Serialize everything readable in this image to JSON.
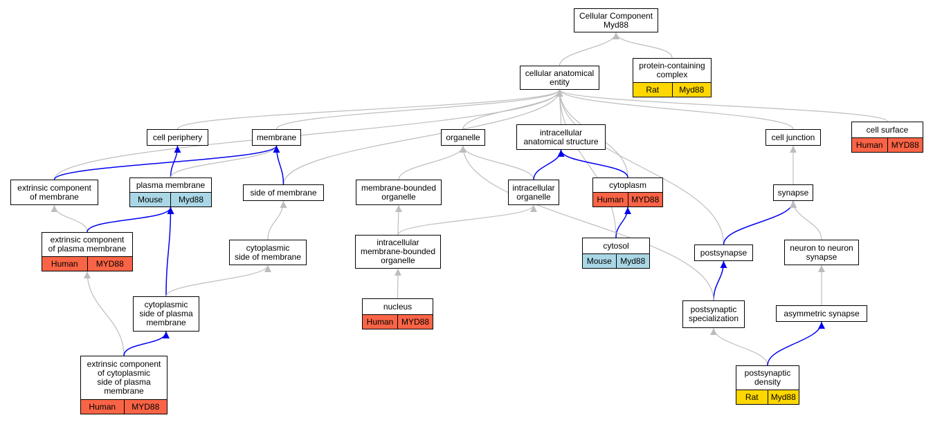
{
  "colors": {
    "human": "#fa6446",
    "mouse": "#aad7e6",
    "rat": "#ffd700",
    "edge_gray": "#bdbdbd",
    "edge_blue": "#0000ee"
  },
  "nodes": {
    "cc_root": {
      "label": "Cellular Component\nMyd88"
    },
    "cae": {
      "label": "cellular anatomical\nentity"
    },
    "pcc": {
      "label": "protein-containing\ncomplex",
      "tags": [
        {
          "species": "Rat",
          "gene": "Myd88",
          "color": "rat"
        }
      ]
    },
    "cell_periphery": {
      "label": "cell periphery"
    },
    "membrane": {
      "label": "membrane"
    },
    "organelle": {
      "label": "organelle"
    },
    "ias": {
      "label": "intracellular\nanatomical structure"
    },
    "cell_junction": {
      "label": "cell junction"
    },
    "cell_surface": {
      "label": "cell surface",
      "tags": [
        {
          "species": "Human",
          "gene": "MYD88",
          "color": "human"
        }
      ]
    },
    "ext_membrane": {
      "label": "extrinsic component\nof membrane"
    },
    "plasma_membrane": {
      "label": "plasma membrane",
      "tags": [
        {
          "species": "Mouse",
          "gene": "Myd88",
          "color": "mouse"
        }
      ]
    },
    "side_membrane": {
      "label": "side of membrane"
    },
    "mbo": {
      "label": "membrane-bounded\norganelle"
    },
    "ic_organelle": {
      "label": "intracellular\norganelle"
    },
    "cytoplasm": {
      "label": "cytoplasm",
      "tags": [
        {
          "species": "Human",
          "gene": "MYD88",
          "color": "human"
        }
      ]
    },
    "synapse": {
      "label": "synapse"
    },
    "ext_plasma": {
      "label": "extrinsic component\nof plasma membrane",
      "tags": [
        {
          "species": "Human",
          "gene": "MYD88",
          "color": "human"
        }
      ]
    },
    "cyto_side_membrane": {
      "label": "cytoplasmic\nside of membrane"
    },
    "imbo": {
      "label": "intracellular\nmembrane-bounded\norganelle"
    },
    "cytosol": {
      "label": "cytosol",
      "tags": [
        {
          "species": "Mouse",
          "gene": "Myd88",
          "color": "mouse"
        }
      ]
    },
    "postsynapse": {
      "label": "postsynapse"
    },
    "n2n_synapse": {
      "label": "neuron to neuron\nsynapse"
    },
    "cyto_side_pm": {
      "label": "cytoplasmic\nside of plasma\nmembrane"
    },
    "nucleus": {
      "label": "nucleus",
      "tags": [
        {
          "species": "Human",
          "gene": "MYD88",
          "color": "human"
        }
      ]
    },
    "ps_spec": {
      "label": "postsynaptic\nspecialization"
    },
    "asym_synapse": {
      "label": "asymmetric synapse"
    },
    "ext_cyto_side_pm": {
      "label": "extrinsic component\nof cytoplasmic\nside of plasma\nmembrane",
      "tags": [
        {
          "species": "Human",
          "gene": "MYD88",
          "color": "human"
        }
      ]
    },
    "ps_density": {
      "label": "postsynaptic\ndensity",
      "tags": [
        {
          "species": "Rat",
          "gene": "Myd88",
          "color": "rat"
        }
      ]
    }
  },
  "edges": [
    {
      "from": "cae",
      "to": "cc_root",
      "kind": "gray"
    },
    {
      "from": "pcc",
      "to": "cc_root",
      "kind": "gray"
    },
    {
      "from": "cell_periphery",
      "to": "cae",
      "kind": "gray"
    },
    {
      "from": "membrane",
      "to": "cae",
      "kind": "gray"
    },
    {
      "from": "organelle",
      "to": "cae",
      "kind": "gray"
    },
    {
      "from": "ias",
      "to": "cae",
      "kind": "gray"
    },
    {
      "from": "cell_junction",
      "to": "cae",
      "kind": "gray"
    },
    {
      "from": "cell_surface",
      "to": "cae",
      "kind": "gray"
    },
    {
      "from": "ext_membrane",
      "to": "cae",
      "kind": "gray"
    },
    {
      "from": "side_membrane",
      "to": "cae",
      "kind": "gray"
    },
    {
      "from": "cytoplasm",
      "to": "cae",
      "kind": "gray"
    },
    {
      "from": "cytosol",
      "to": "cae",
      "kind": "gray"
    },
    {
      "from": "postsynapse",
      "to": "cae",
      "kind": "gray"
    },
    {
      "from": "ext_membrane",
      "to": "membrane",
      "kind": "blue"
    },
    {
      "from": "plasma_membrane",
      "to": "cell_periphery",
      "kind": "blue"
    },
    {
      "from": "plasma_membrane",
      "to": "membrane",
      "kind": "gray"
    },
    {
      "from": "side_membrane",
      "to": "membrane",
      "kind": "blue"
    },
    {
      "from": "mbo",
      "to": "organelle",
      "kind": "gray"
    },
    {
      "from": "ic_organelle",
      "to": "organelle",
      "kind": "gray"
    },
    {
      "from": "ic_organelle",
      "to": "ias",
      "kind": "blue"
    },
    {
      "from": "cytoplasm",
      "to": "ias",
      "kind": "blue"
    },
    {
      "from": "synapse",
      "to": "cell_junction",
      "kind": "gray"
    },
    {
      "from": "ext_plasma",
      "to": "ext_membrane",
      "kind": "gray"
    },
    {
      "from": "ext_plasma",
      "to": "plasma_membrane",
      "kind": "blue"
    },
    {
      "from": "cyto_side_membrane",
      "to": "side_membrane",
      "kind": "gray"
    },
    {
      "from": "imbo",
      "to": "mbo",
      "kind": "gray"
    },
    {
      "from": "imbo",
      "to": "ic_organelle",
      "kind": "gray"
    },
    {
      "from": "cytosol",
      "to": "cytoplasm",
      "kind": "blue"
    },
    {
      "from": "postsynapse",
      "to": "synapse",
      "kind": "blue"
    },
    {
      "from": "n2n_synapse",
      "to": "synapse",
      "kind": "gray"
    },
    {
      "from": "cyto_side_pm",
      "to": "plasma_membrane",
      "kind": "blue"
    },
    {
      "from": "cyto_side_pm",
      "to": "cyto_side_membrane",
      "kind": "gray"
    },
    {
      "from": "nucleus",
      "to": "imbo",
      "kind": "gray"
    },
    {
      "from": "ps_spec",
      "to": "postsynapse",
      "kind": "blue"
    },
    {
      "from": "ps_spec",
      "to": "organelle",
      "kind": "gray"
    },
    {
      "from": "asym_synapse",
      "to": "n2n_synapse",
      "kind": "gray"
    },
    {
      "from": "ext_cyto_side_pm",
      "to": "ext_plasma",
      "kind": "gray"
    },
    {
      "from": "ext_cyto_side_pm",
      "to": "cyto_side_pm",
      "kind": "blue"
    },
    {
      "from": "ps_density",
      "to": "ps_spec",
      "kind": "gray"
    },
    {
      "from": "ps_density",
      "to": "asym_synapse",
      "kind": "blue"
    }
  ]
}
